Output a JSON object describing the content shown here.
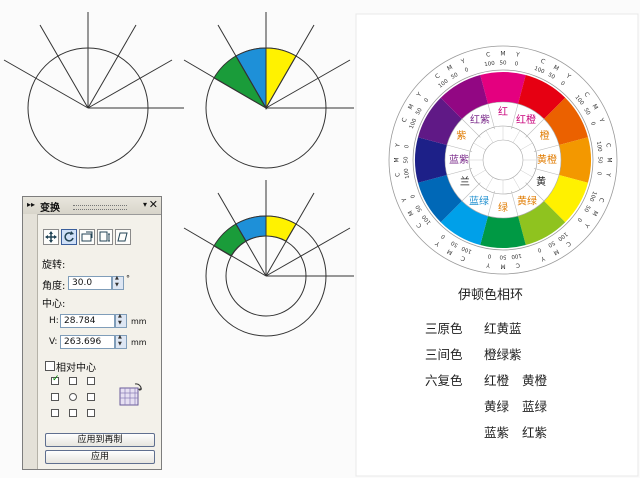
{
  "panel": {
    "title": "变换",
    "pin_glyph": "▾",
    "close_glyph": "✕",
    "section_rotate": "旋转:",
    "angle_label": "角度:",
    "angle_value": "30.0",
    "angle_unit": "°",
    "center_label": "中心:",
    "h_label": "H:",
    "h_value": "28.784",
    "h_unit": "mm",
    "v_label": "V:",
    "v_value": "263.696",
    "v_unit": "mm",
    "relative_center_label": "相对中心",
    "apply_to_duplicate": "应用到再制",
    "apply": "应用"
  },
  "wheel": {
    "title": "伊顿色相环",
    "ring_letters": [
      "C",
      "M",
      "Y"
    ],
    "scale_numbers": [
      "100",
      "50",
      "0"
    ],
    "labels": {
      "red": "红",
      "red_purple": "红紫",
      "red_orange": "红橙",
      "orange": "橙",
      "yellow_orange": "黄橙",
      "yellow": "黄",
      "yellow_green": "黄绿",
      "green": "绿",
      "blue_green": "蓝绿",
      "blue": "兰",
      "blue_purple": "蓝紫",
      "purple": "紫"
    },
    "segment_colors": [
      "#e4007f",
      "#e60012",
      "#eb6100",
      "#f39800",
      "#fff100",
      "#8fc31f",
      "#009944",
      "#00a0e9",
      "#0068b7",
      "#1d2088",
      "#601986",
      "#920783"
    ]
  },
  "legend": {
    "primary_label": "三原色",
    "primary_value": "红黄蓝",
    "secondary_label": "三间色",
    "secondary_value": "橙绿紫",
    "tertiary_label": "六复色",
    "tertiary_values": [
      "红橙",
      "黄橙",
      "黄绿",
      "蓝绿",
      "蓝紫",
      "红紫"
    ]
  },
  "colors": {
    "blue": "#1e90d8",
    "green": "#1a9c3a",
    "yellow": "#fff200"
  }
}
